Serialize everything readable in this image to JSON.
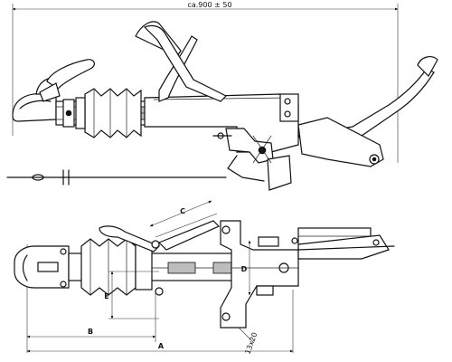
{
  "labels": {
    "overall_length": "ca.900 ± 50",
    "dim_a": "A",
    "dim_b": "B",
    "dim_c": "C",
    "dim_d": "D",
    "dim_e": "E",
    "bolt_size": "13x20"
  },
  "colors": {
    "line": "#111111",
    "fill_light": "#bdbdbd",
    "background": "#ffffff"
  }
}
